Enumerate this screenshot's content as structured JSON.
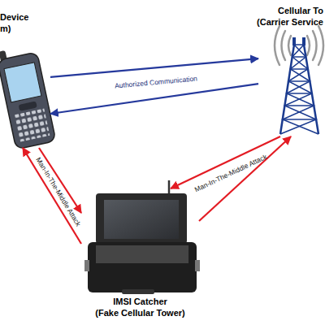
{
  "diagram": {
    "nodes": [
      {
        "text": [
          "Device",
          "m)"
        ]
      },
      {
        "text": [
          "Cellular To",
          "(Carrier Service"
        ]
      },
      {
        "text": [
          "IMSI Catcher",
          "(Fake Cellular Tower)"
        ]
      }
    ],
    "edges": [
      {
        "from": 0,
        "to": 1,
        "arrow": "to",
        "label": "Authorized Communication"
      },
      {
        "from": 1,
        "to": 0,
        "arrow": "to"
      },
      {
        "from": 2,
        "to": 0,
        "arrow": "to",
        "label": "Man-In-The-Middle Attack"
      },
      {
        "from": 0,
        "to": 2,
        "arrow": "to"
      },
      {
        "from": 1,
        "to": 2,
        "arrow": "to",
        "label": "Man-In-The-Middle Attack"
      },
      {
        "from": 2,
        "to": 1,
        "arrow": "to"
      }
    ]
  }
}
